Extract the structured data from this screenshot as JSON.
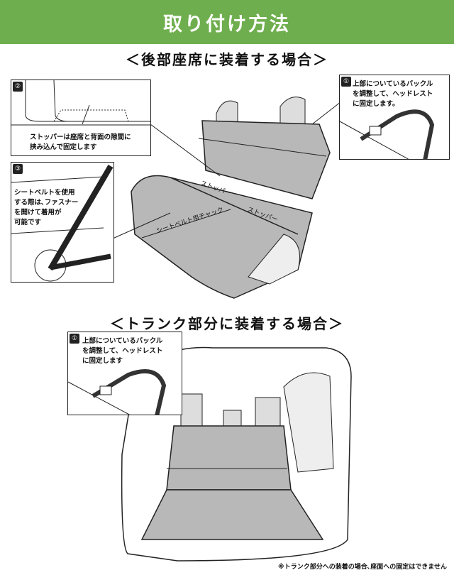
{
  "header": {
    "title": "取り付け方法"
  },
  "section1": {
    "title": "＜後部座席に装着する場合＞",
    "step1": {
      "num": "①",
      "text": "上部についているバックル\nを調整して、ヘッドレスト\nに固定します。"
    },
    "step2": {
      "num": "②",
      "text": "ストッパーは座席と背面の隙間に\n挟み込んで固定します"
    },
    "step3": {
      "num": "③",
      "text": "シートベルトを使用\nする際は､ファスナー\nを開けて着用が\n可能です"
    },
    "labels": {
      "stopper_a": "ストッパー",
      "stopper_b": "ストッパー",
      "zipper": "シートベルト用チャック"
    }
  },
  "section2": {
    "title": "＜トランク部分に装着する場合＞",
    "step1": {
      "num": "①",
      "text": "上部についているバックル\nを調整して、ヘッドレスト\nに固定します"
    },
    "note": "※トランク部分への装着の場合､座面への固定はできません"
  },
  "colors": {
    "header": "#6fae4e",
    "cover": "#b8b8b8"
  }
}
